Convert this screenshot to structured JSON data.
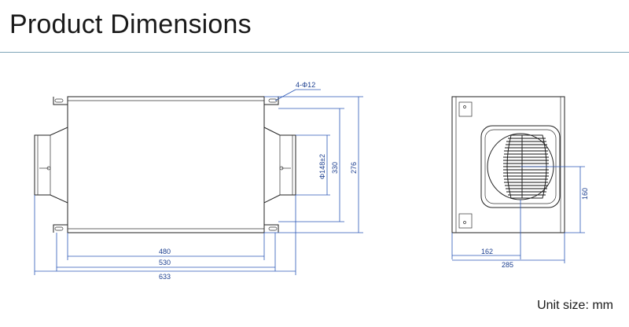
{
  "header": {
    "title": "Product Dimensions"
  },
  "footer": {
    "unit_note": "Unit size: mm"
  },
  "front_view": {
    "hole_callout": "4-Φ12",
    "duct_diameter": "Φ148±2",
    "height_inner": "330",
    "height_outer": "276",
    "width_body": "480",
    "width_mount": "530",
    "width_total": "633"
  },
  "side_view": {
    "height_center": "160",
    "width_offset": "162",
    "width_total": "285"
  }
}
